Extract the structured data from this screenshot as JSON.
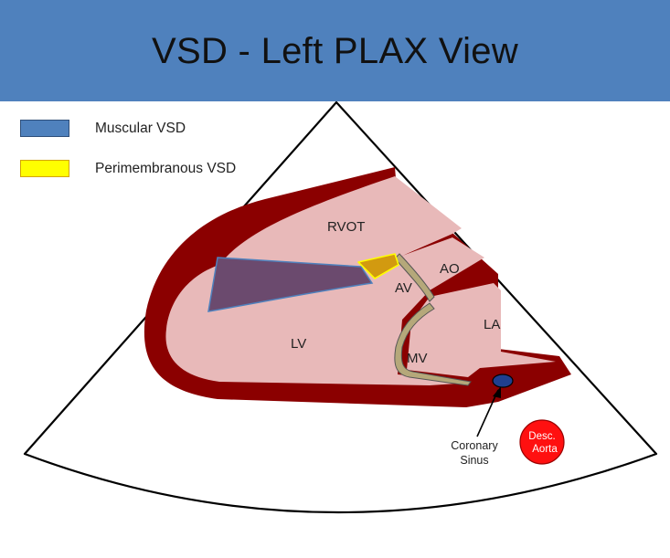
{
  "title": "VSD - Left PLAX View",
  "legend": [
    {
      "label": "Muscular VSD",
      "color": "#4f81bd",
      "border": "#2f4f7a"
    },
    {
      "label": "Perimembranous VSD",
      "color": "#ffff00",
      "border": "#d4a400"
    }
  ],
  "labels": {
    "rvot": "RVOT",
    "ao": "AO",
    "av": "AV",
    "la": "LA",
    "lv": "LV",
    "mv": "MV",
    "coronary_sinus_line1": "Coronary",
    "coronary_sinus_line2": "Sinus",
    "desc_aorta_line1": "Desc.",
    "desc_aorta_line2": "Aorta"
  },
  "colors": {
    "myocardium": "#8b0000",
    "chamber": "#e8b9b9",
    "valve": "#b5a87a",
    "muscular_vsd": "#6b4a6e",
    "perimembranous_vsd": "#d29a10",
    "coronary_sinus": "#1f3f8f",
    "desc_aorta": "#ff1010"
  }
}
